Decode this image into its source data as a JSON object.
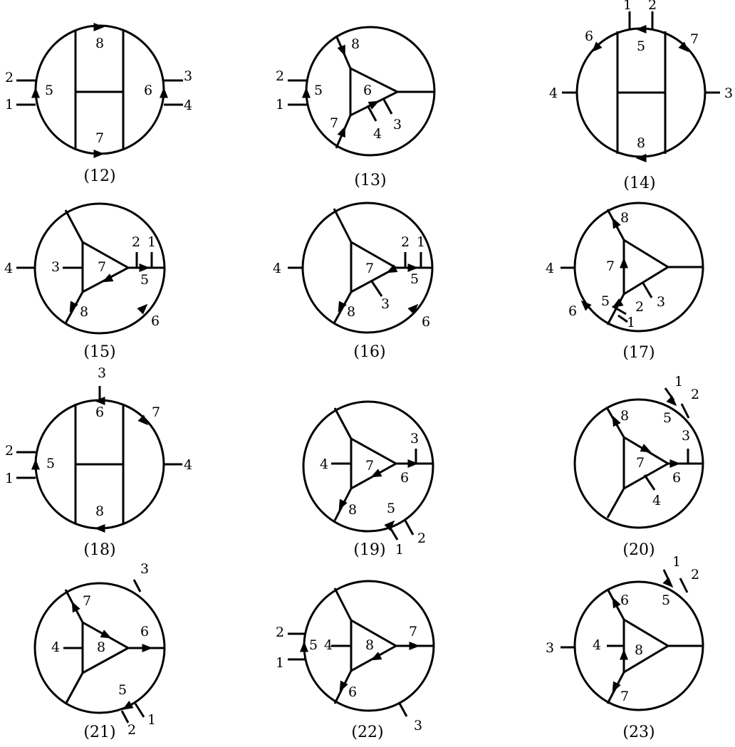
{
  "diagrams": [
    {
      "id": "d12",
      "caption": "(12)",
      "labels": [
        "1",
        "2",
        "3",
        "4",
        "5",
        "6",
        "7",
        "8"
      ]
    },
    {
      "id": "d13",
      "caption": "(13)",
      "labels": [
        "1",
        "2",
        "3",
        "4",
        "5",
        "6",
        "7",
        "8"
      ]
    },
    {
      "id": "d14",
      "caption": "(14)",
      "labels": [
        "1",
        "2",
        "3",
        "4",
        "5",
        "6",
        "7",
        "8"
      ]
    },
    {
      "id": "d15",
      "caption": "(15)",
      "labels": [
        "1",
        "2",
        "3",
        "4",
        "5",
        "6",
        "7",
        "8"
      ]
    },
    {
      "id": "d16",
      "caption": "(16)",
      "labels": [
        "1",
        "2",
        "3",
        "4",
        "5",
        "6",
        "7",
        "8"
      ]
    },
    {
      "id": "d17",
      "caption": "(17)",
      "labels": [
        "1",
        "2",
        "3",
        "4",
        "5",
        "6",
        "7",
        "8"
      ]
    },
    {
      "id": "d18",
      "caption": "(18)",
      "labels": [
        "1",
        "2",
        "3",
        "4",
        "5",
        "6",
        "7",
        "8"
      ]
    },
    {
      "id": "d19",
      "caption": "(19)",
      "labels": [
        "1",
        "2",
        "3",
        "4",
        "5",
        "6",
        "7",
        "8"
      ]
    },
    {
      "id": "d20",
      "caption": "(20)",
      "labels": [
        "1",
        "2",
        "3",
        "4",
        "5",
        "6",
        "7",
        "8"
      ]
    },
    {
      "id": "d21",
      "caption": "(21)",
      "labels": [
        "1",
        "2",
        "3",
        "4",
        "5",
        "6",
        "7",
        "8"
      ]
    },
    {
      "id": "d22",
      "caption": "(22)",
      "labels": [
        "1",
        "2",
        "3",
        "4",
        "5",
        "6",
        "7",
        "8"
      ]
    },
    {
      "id": "d23",
      "caption": "(23)",
      "labels": [
        "1",
        "2",
        "3",
        "4",
        "5",
        "6",
        "7",
        "8"
      ]
    }
  ]
}
